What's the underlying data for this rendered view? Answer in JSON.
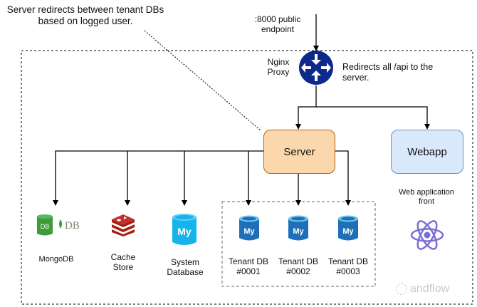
{
  "annotations": {
    "tenant_note": [
      "Server redirects between tenant DBs",
      "based on logged user."
    ],
    "public_endpoint": [
      ":8000 public",
      "endpoint"
    ],
    "proxy_label": [
      "Nginx",
      "Proxy"
    ],
    "proxy_note": [
      "Redirects all /api to the",
      "server."
    ]
  },
  "nodes": {
    "server": {
      "label": "Server",
      "fill": "#fad7ac",
      "stroke": "#b46504"
    },
    "webapp": {
      "label": "Webapp",
      "fill": "#dae8fc",
      "stroke": "#6c8ebf",
      "caption": [
        "Web application",
        "front"
      ]
    },
    "mongodb": {
      "label": "MongoDB",
      "logo_text": "DB"
    },
    "cache": {
      "label": [
        "Cache",
        "Store"
      ]
    },
    "system_db": {
      "label": [
        "System",
        "Database"
      ]
    },
    "tenants": [
      {
        "label": [
          "Tenant DB",
          "#0001"
        ]
      },
      {
        "label": [
          "Tenant DB",
          "#0002"
        ]
      },
      {
        "label": [
          "Tenant DB",
          "#0003"
        ]
      }
    ]
  },
  "icons": {
    "mysql_text": "My",
    "proxy_color": "#0b2a8a",
    "mongo_green": "#3f9a3a",
    "redis_red": "#c6302b",
    "mysql_light": "#15b4ea",
    "mysql_dark": "#1e6eb8",
    "react_color": "#7b6fd6"
  },
  "watermark": "andflow"
}
